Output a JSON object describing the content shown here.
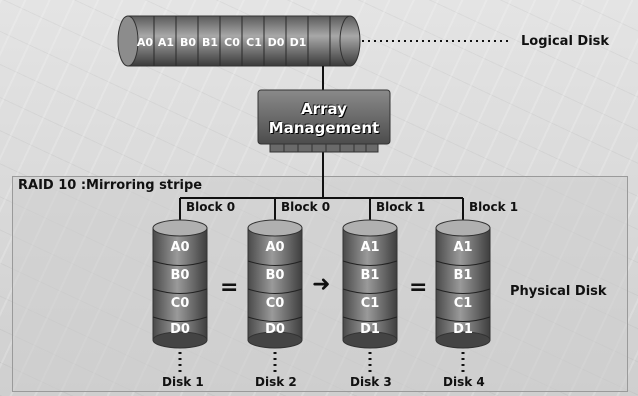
{
  "logical_disk": {
    "segments": [
      "A0",
      "A1",
      "B0",
      "B1",
      "C0",
      "C1",
      "D0",
      "D1"
    ],
    "label": "Logical Disk"
  },
  "array_management": {
    "line1": "Array",
    "line2": "Management"
  },
  "raid": {
    "title": "RAID 10 :Mirroring stripe",
    "physical_label": "Physical Disk",
    "disks": [
      {
        "name": "Disk 1",
        "block": "Block 0",
        "blocks": [
          "A0",
          "B0",
          "C0",
          "D0"
        ]
      },
      {
        "name": "Disk 2",
        "block": "Block 0",
        "blocks": [
          "A0",
          "B0",
          "C0",
          "D0"
        ]
      },
      {
        "name": "Disk 3",
        "block": "Block 1",
        "blocks": [
          "A1",
          "B1",
          "C1",
          "D1"
        ]
      },
      {
        "name": "Disk 4",
        "block": "Block 1",
        "blocks": [
          "A1",
          "B1",
          "C1",
          "D1"
        ]
      }
    ],
    "operators": [
      "=",
      "➜",
      "="
    ]
  }
}
